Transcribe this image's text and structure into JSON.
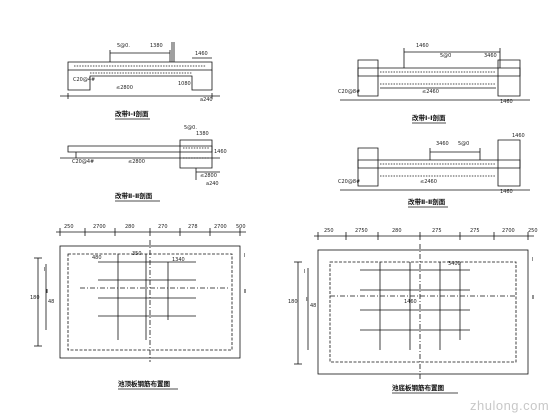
{
  "sections": {
    "s1": {
      "title": "改带Ⅰ-Ⅰ剖面",
      "labels": [
        "5@0.",
        "1380",
        "1460",
        "C20@4#",
        "≤2800",
        "1080",
        "a240"
      ]
    },
    "s2": {
      "title": "改带Ⅱ-Ⅱ剖面",
      "labels": [
        "5@0.",
        "1380",
        "1460",
        "C20@4#",
        "≤2800",
        "≤2800",
        "a240"
      ]
    },
    "s3": {
      "title": "改带Ⅰ-Ⅰ剖面",
      "labels": [
        "1460",
        "5@0",
        "3460",
        "C20@8#",
        "≤2460",
        "1460"
      ]
    },
    "s4": {
      "title": "改带Ⅱ-Ⅱ剖面",
      "labels": [
        "3460",
        "5@0",
        "1460",
        "C20@8#",
        "≤2460",
        "1460"
      ]
    }
  },
  "plans": {
    "top": {
      "title": "池顶板钢筋布置图",
      "dims_top": [
        "250",
        "2700",
        "280",
        "270",
        "278",
        "2700",
        "500"
      ],
      "section_marks": [
        "Ⅰ",
        "Ⅱ",
        "Ⅰ",
        "Ⅱ"
      ],
      "labels": [
        "480",
        "350",
        "1340",
        "48",
        "180"
      ]
    },
    "bottom": {
      "title": "池底板钢筋布置图",
      "dims_top": [
        "250",
        "2750",
        "280",
        "275",
        "275",
        "2700",
        "250"
      ],
      "section_marks": [
        "Ⅰ",
        "Ⅱ",
        "Ⅰ",
        "Ⅱ"
      ],
      "labels": [
        "3400",
        "1460",
        "48",
        "180"
      ]
    }
  },
  "watermark": "zhulong.com"
}
